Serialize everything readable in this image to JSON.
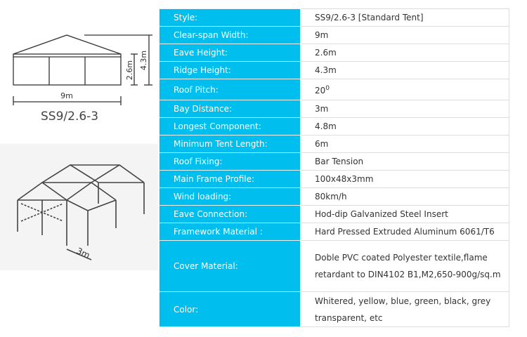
{
  "diagram": {
    "caption": "SS9/2.6-3",
    "width_label": "9m",
    "eave_label": "2.6m",
    "ridge_label": "4.3m",
    "bay_label": "3m"
  },
  "specs": [
    {
      "label": "Style:",
      "value": "SS9/2.6-3 [Standard Tent]"
    },
    {
      "label": "Clear-span Width:",
      "value": "9m"
    },
    {
      "label": "Eave Height:",
      "value": "2.6m"
    },
    {
      "label": "Ridge Height:",
      "value": "4.3m"
    },
    {
      "label": "Roof Pitch:",
      "value": "20",
      "sup": "0"
    },
    {
      "label": "Bay Distance:",
      "value": "3m"
    },
    {
      "label": "Longest Component:",
      "value": "4.8m"
    },
    {
      "label": "Minimum Tent Length:",
      "value": "6m"
    },
    {
      "label": "Roof Fixing:",
      "value": "Bar Tension"
    },
    {
      "label": "Main Frame Profile:",
      "value": "100x48x3mm"
    },
    {
      "label": "Wind loading:",
      "value": "80km/h"
    },
    {
      "label": "Eave Connection:",
      "value": "Hod-dip Galvanized Steel Insert"
    },
    {
      "label": "Framework Material :",
      "value": "Hard Pressed Extruded Aluminum 6061/T6"
    },
    {
      "label": "Cover Material:",
      "value": "Doble PVC coated Polyester textile,flame retardant to DIN4102 B1,M2,650-900g/sq.m"
    },
    {
      "label": "Color:",
      "value": "Whitered, yellow, blue, green, black, grey transparent, etc"
    }
  ]
}
